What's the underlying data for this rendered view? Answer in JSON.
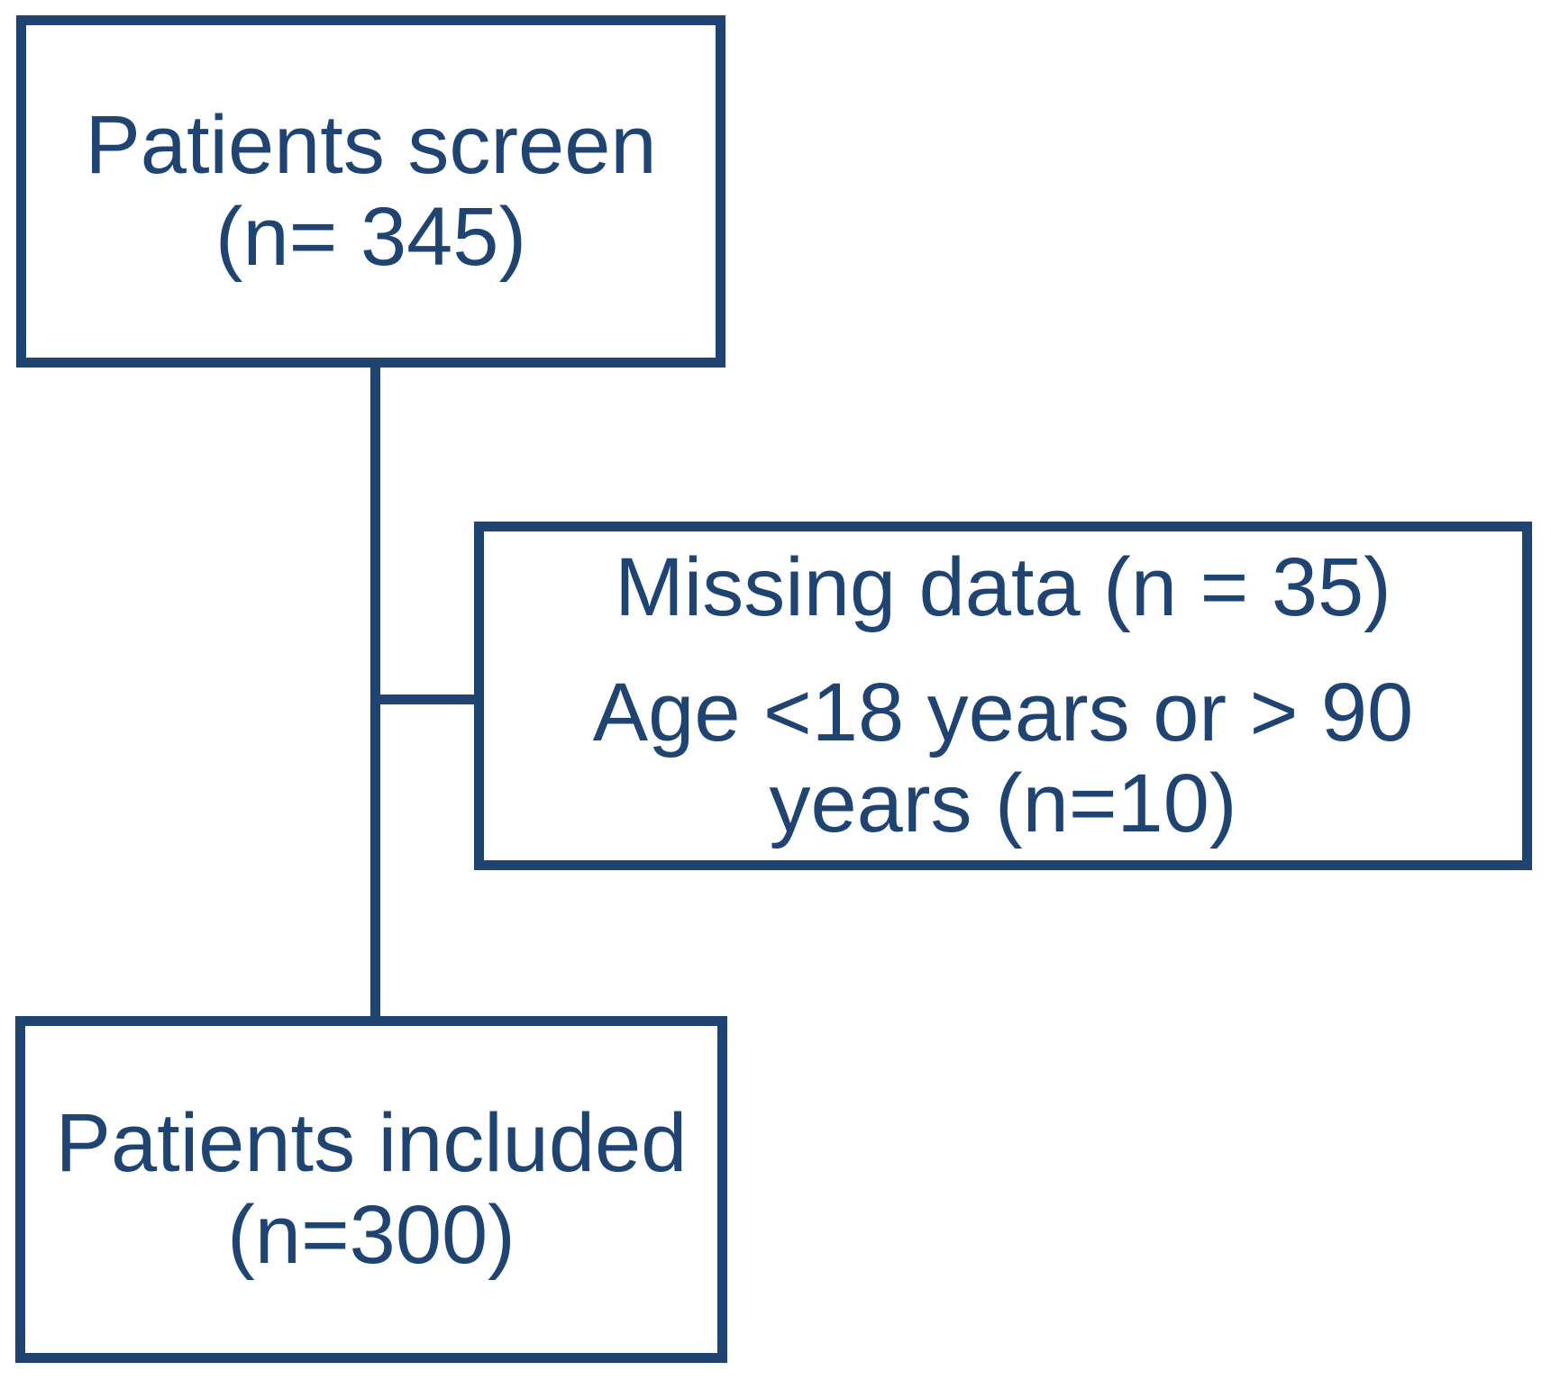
{
  "diagram": {
    "accent_color": "#1f4472",
    "nodes": {
      "screened": {
        "line1": "Patients screen",
        "line2": "(n= 345)"
      },
      "excluded": {
        "line1": "Missing data (n = 35)",
        "line2": "Age <18 years or > 90 years (n=10)"
      },
      "included": {
        "line1": "Patients included",
        "line2": "(n=300)"
      }
    }
  }
}
